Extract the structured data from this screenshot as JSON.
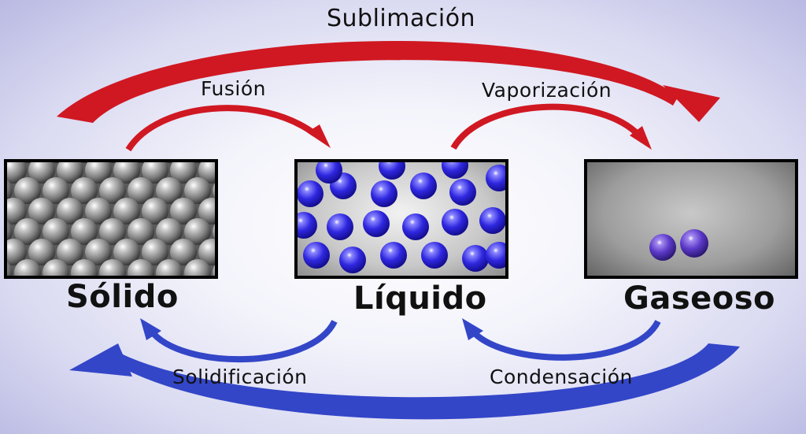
{
  "processes": {
    "sublimation": "Sublimación",
    "fusion": "Fusión",
    "vaporization": "Vaporización",
    "solidification": "Solidificación",
    "condensation": "Condensación"
  },
  "states": {
    "solid": "Sólido",
    "liquid": "Líquido",
    "gas": "Gaseoso"
  },
  "colors": {
    "forward_arrow": "#d01822",
    "reverse_arrow": "#3346c8",
    "solid_particle": "#8a8a8a",
    "liquid_particle": "#2f27e0",
    "gas_particle": "#5b39c8"
  }
}
